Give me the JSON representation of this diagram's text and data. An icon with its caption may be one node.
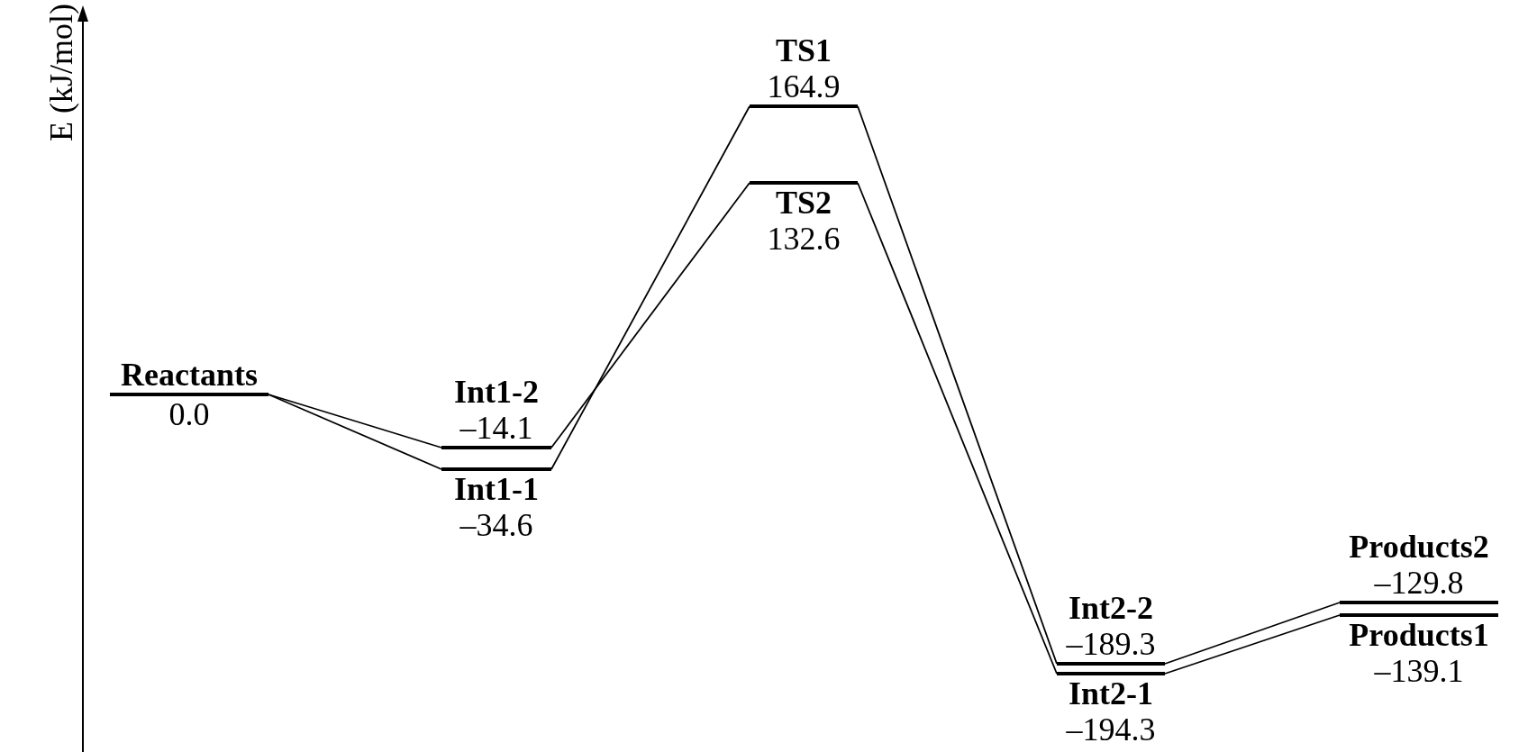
{
  "diagram": {
    "nodes": [
      {
        "text": [
          "Reactants",
          "0.0"
        ]
      },
      {
        "text": [
          "Int1-2",
          "–14.1"
        ]
      },
      {
        "text": [
          "Int1-1",
          "–34.6"
        ]
      },
      {
        "text": [
          "TS1",
          "164.9"
        ]
      },
      {
        "text": [
          "TS2",
          "132.6"
        ]
      },
      {
        "text": [
          "Int2-2",
          "–189.3"
        ]
      },
      {
        "text": [
          "Int2-1",
          "–194.3"
        ]
      },
      {
        "text": [
          "Products2",
          "–129.8"
        ]
      },
      {
        "text": [
          "Products1",
          "–139.1"
        ]
      }
    ],
    "edges": [
      {
        "from": 0,
        "to": 1,
        "arrow": "none"
      },
      {
        "from": 0,
        "to": 2,
        "arrow": "none"
      },
      {
        "from": 1,
        "to": 4,
        "arrow": "none"
      },
      {
        "from": 2,
        "to": 3,
        "arrow": "none"
      },
      {
        "from": 3,
        "to": 5,
        "arrow": "none"
      },
      {
        "from": 4,
        "to": 6,
        "arrow": "none"
      },
      {
        "from": 5,
        "to": 7,
        "arrow": "none"
      },
      {
        "from": 6,
        "to": 8,
        "arrow": "none"
      }
    ],
    "labels": [
      "E (kJ/mol)"
    ]
  }
}
